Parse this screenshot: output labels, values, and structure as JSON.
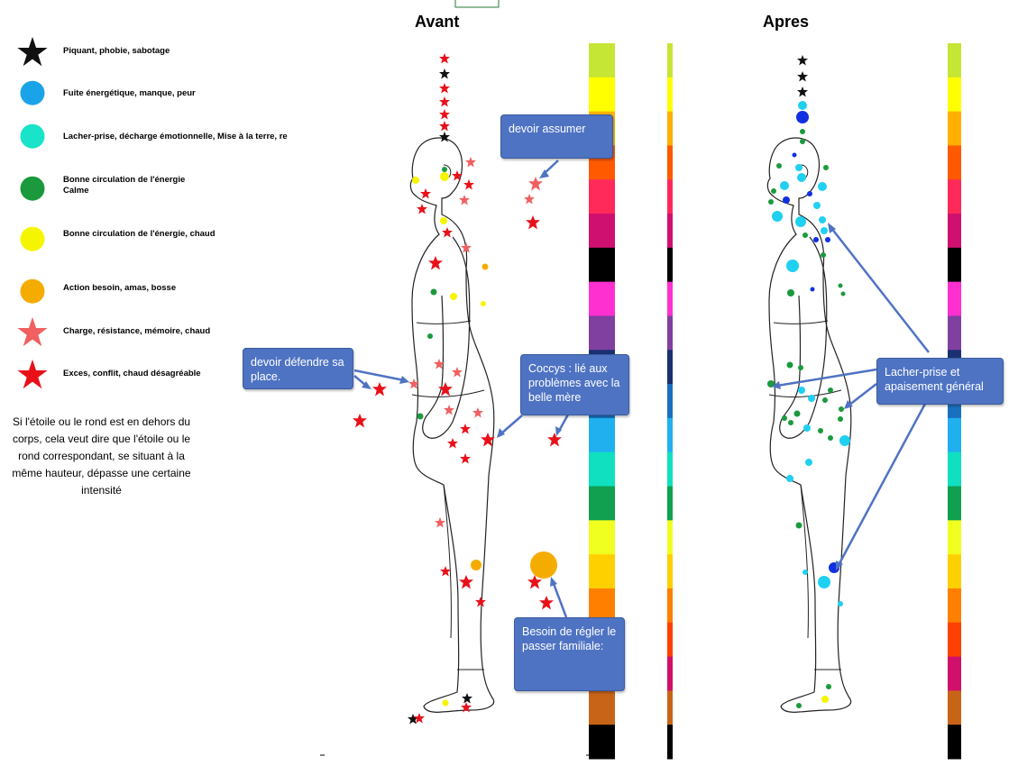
{
  "titles": {
    "before": "Avant",
    "after": "Apres"
  },
  "legend": [
    {
      "icon": "black-star-icon",
      "color": "#111111",
      "label": "Piquant, phobie, sabotage"
    },
    {
      "icon": "blue-circle-icon",
      "color": "#1aa3e8",
      "label": "Fuite énergétique, manque, peur"
    },
    {
      "icon": "turquoise-circle-icon",
      "color": "#19e3c8",
      "label": "Lacher-prise, décharge émotionnelle, Mise à la terre, re"
    },
    {
      "icon": "green-circle-icon",
      "color": "#1a9a3c",
      "label": "Bonne circulation de l'énergie\nCalme"
    },
    {
      "icon": "yellow-circle-icon",
      "color": "#f5f500",
      "label": "Bonne circulation de l'énergie, chaud"
    },
    {
      "icon": "orange-circle-icon",
      "color": "#f5ac00",
      "label": "Action besoin, amas, bosse"
    },
    {
      "icon": "salmon-star-icon",
      "color": "#f06060",
      "label": "Charge, résistance, mémoire, chaud"
    },
    {
      "icon": "red-star-icon",
      "color": "#e8111a",
      "label": "Exces, conflit, chaud désagréable"
    }
  ],
  "note": "Si l'étoile ou le rond est en dehors du corps, cela veut dire que l'étoile ou le rond correspondant, se situant à la même hauteur, dépasse une certaine intensité",
  "callouts": {
    "devoir_assumer": "devoir assumer",
    "devoir_defendre": "devoir défendre sa place.",
    "coccyx": "Coccys : lié aux problèmes avec la belle mère",
    "besoin_regler": "Besoin de régler le passer familiale:",
    "lacher_prise": "Lacher-prise et apaisement général"
  },
  "colors": {
    "callout": "#4f73c3",
    "scale": [
      "#c6e635",
      "#ffff00",
      "#ffb000",
      "#ff5a00",
      "#ff2a5a",
      "#d01070",
      "#000000",
      "#ff30d0",
      "#8040a0",
      "#1a3070",
      "#1a70c0",
      "#20b0f0",
      "#10e0c0",
      "#10a050",
      "#f0ff20",
      "#ffd000",
      "#ff8000",
      "#ff4000",
      "#d0106a",
      "#c86418",
      "#000000"
    ]
  }
}
